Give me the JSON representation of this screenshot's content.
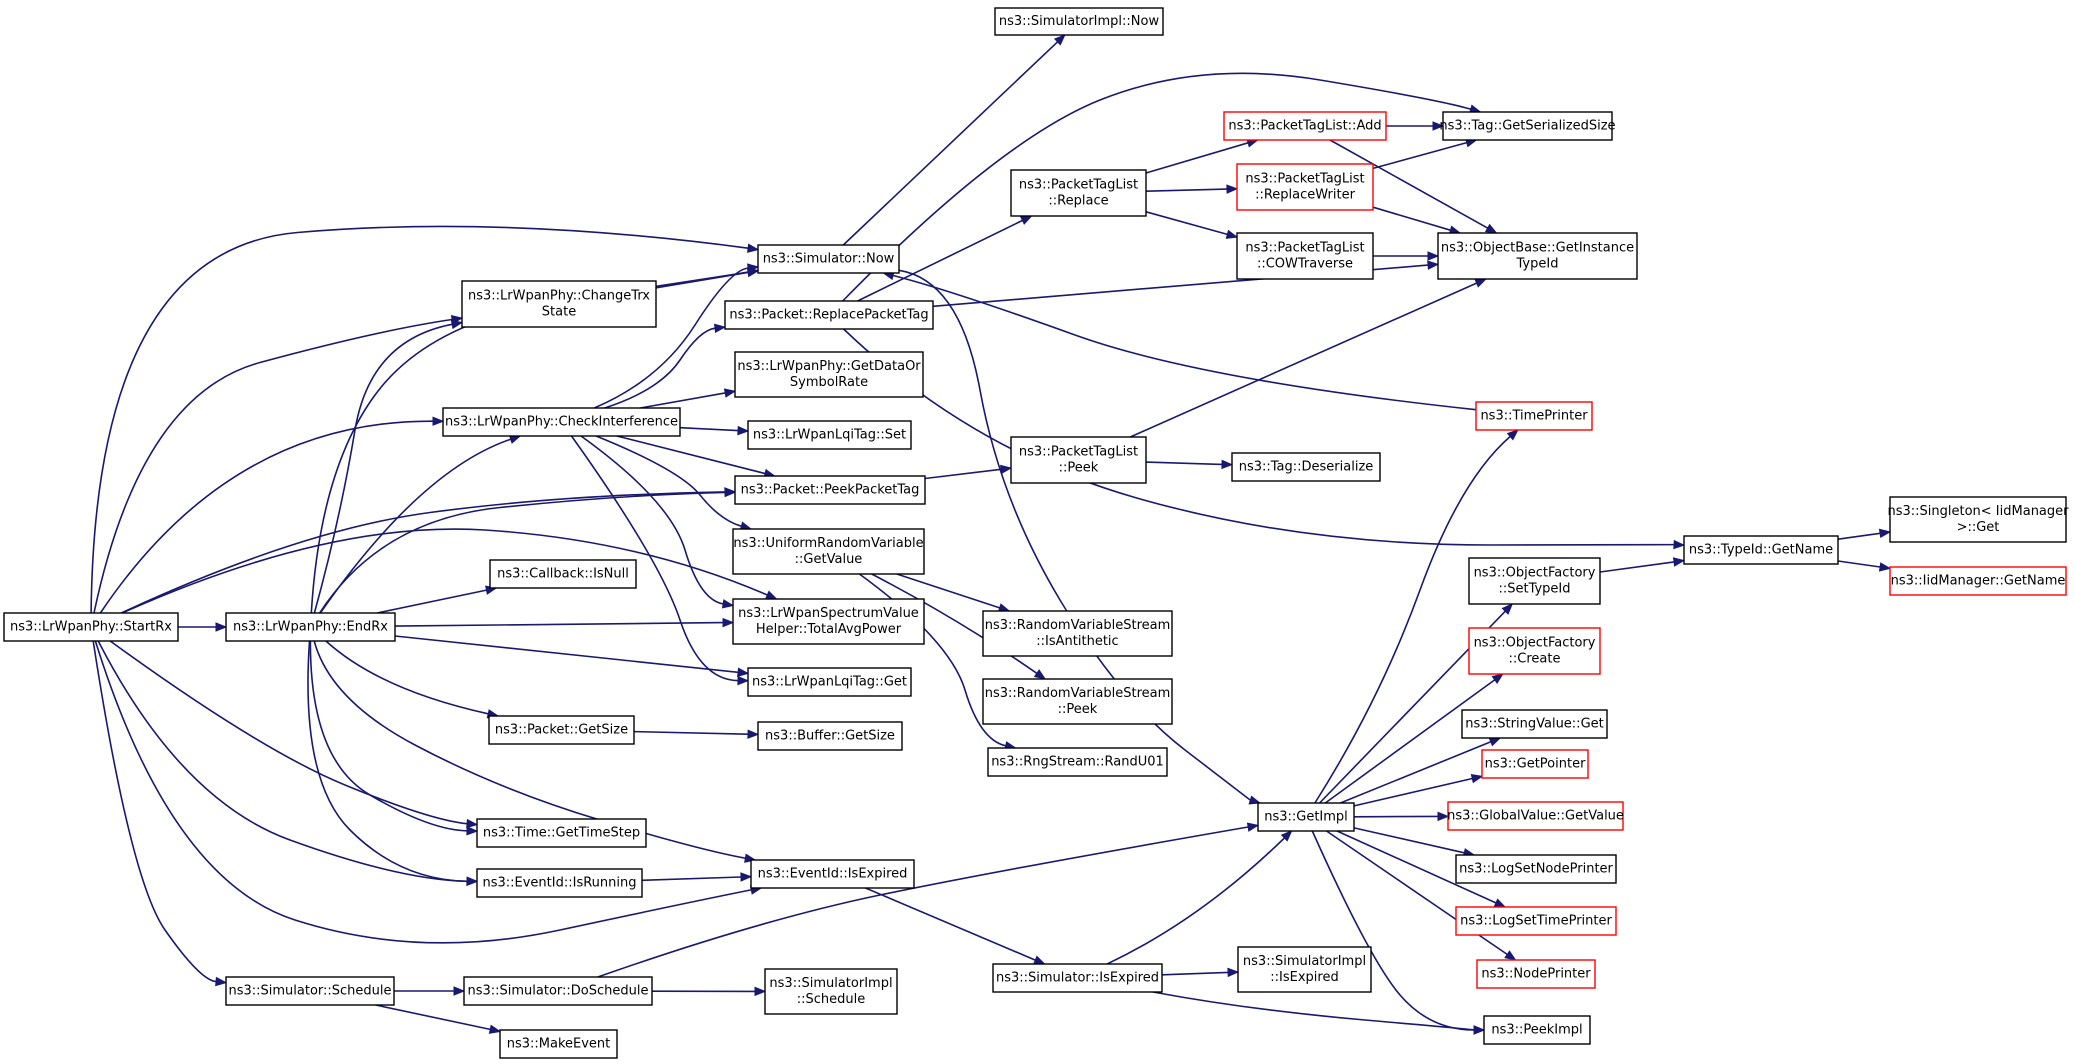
{
  "colors": {
    "edge": "#191970",
    "border_normal": "#000000",
    "border_truncated": "#ff0000",
    "root_fill": "#bfbfbf",
    "node_fill": "#ffffff"
  },
  "nodes": [
    {
      "id": "startrx",
      "lines": [
        "ns3::LrWpanPhy::StartRx"
      ],
      "root": true
    },
    {
      "id": "endrx",
      "lines": [
        "ns3::LrWpanPhy::EndRx"
      ]
    },
    {
      "id": "changetrx",
      "lines": [
        "ns3::LrWpanPhy::ChangeTrx",
        "State"
      ]
    },
    {
      "id": "checkint",
      "lines": [
        "ns3::LrWpanPhy::CheckInterference"
      ]
    },
    {
      "id": "simnow",
      "lines": [
        "ns3::Simulator::Now"
      ]
    },
    {
      "id": "simimplnow",
      "lines": [
        "ns3::SimulatorImpl::Now"
      ]
    },
    {
      "id": "replacetag",
      "lines": [
        "ns3::Packet::ReplacePacketTag"
      ]
    },
    {
      "id": "getdatarate",
      "lines": [
        "ns3::LrWpanPhy::GetDataOr",
        "SymbolRate"
      ]
    },
    {
      "id": "lqiset",
      "lines": [
        "ns3::LrWpanLqiTag::Set"
      ]
    },
    {
      "id": "peekpackettag",
      "lines": [
        "ns3::Packet::PeekPacketTag"
      ]
    },
    {
      "id": "urvgetvalue",
      "lines": [
        "ns3::UniformRandomVariable",
        "::GetValue"
      ]
    },
    {
      "id": "callbackisnull",
      "lines": [
        "ns3::Callback::IsNull"
      ]
    },
    {
      "id": "totalavgpower",
      "lines": [
        "ns3::LrWpanSpectrumValue",
        "Helper::TotalAvgPower"
      ]
    },
    {
      "id": "lqiget",
      "lines": [
        "ns3::LrWpanLqiTag::Get"
      ]
    },
    {
      "id": "packetgetsize",
      "lines": [
        "ns3::Packet::GetSize"
      ]
    },
    {
      "id": "buffergetsize",
      "lines": [
        "ns3::Buffer::GetSize"
      ]
    },
    {
      "id": "timestep",
      "lines": [
        "ns3::Time::GetTimeStep"
      ]
    },
    {
      "id": "eventisrunning",
      "lines": [
        "ns3::EventId::IsRunning"
      ]
    },
    {
      "id": "eventisexpired",
      "lines": [
        "ns3::EventId::IsExpired"
      ]
    },
    {
      "id": "simschedule",
      "lines": [
        "ns3::Simulator::Schedule"
      ]
    },
    {
      "id": "dosch",
      "lines": [
        "ns3::Simulator::DoSchedule"
      ]
    },
    {
      "id": "implschedule",
      "lines": [
        "ns3::SimulatorImpl",
        "::Schedule"
      ]
    },
    {
      "id": "makeevent",
      "lines": [
        "ns3::MakeEvent"
      ]
    },
    {
      "id": "ptlreplace",
      "lines": [
        "ns3::PacketTagList",
        "::Replace"
      ]
    },
    {
      "id": "ptladd",
      "lines": [
        "ns3::PacketTagList::Add"
      ],
      "truncated": true
    },
    {
      "id": "ptlreplacewriter",
      "lines": [
        "ns3::PacketTagList",
        "::ReplaceWriter"
      ],
      "truncated": true
    },
    {
      "id": "ptlcow",
      "lines": [
        "ns3::PacketTagList",
        "::COWTraverse"
      ]
    },
    {
      "id": "ptlpeek",
      "lines": [
        "ns3::PacketTagList",
        "::Peek"
      ]
    },
    {
      "id": "tagdeser",
      "lines": [
        "ns3::Tag::Deserialize"
      ]
    },
    {
      "id": "rvsanti",
      "lines": [
        "ns3::RandomVariableStream",
        "::IsAntithetic"
      ]
    },
    {
      "id": "rvspeek",
      "lines": [
        "ns3::RandomVariableStream",
        "::Peek"
      ]
    },
    {
      "id": "randu01",
      "lines": [
        "ns3::RngStream::RandU01"
      ]
    },
    {
      "id": "tagserial",
      "lines": [
        "ns3::Tag::GetSerializedSize"
      ]
    },
    {
      "id": "instancetypeid",
      "lines": [
        "ns3::ObjectBase::GetInstance",
        "TypeId"
      ]
    },
    {
      "id": "timeprinter",
      "lines": [
        "ns3::TimePrinter"
      ],
      "truncated": true
    },
    {
      "id": "getimpl",
      "lines": [
        "ns3::GetImpl"
      ]
    },
    {
      "id": "simisexpired",
      "lines": [
        "ns3::Simulator::IsExpired"
      ]
    },
    {
      "id": "implisexpired",
      "lines": [
        "ns3::SimulatorImpl",
        "::IsExpired"
      ]
    },
    {
      "id": "peekimpl",
      "lines": [
        "ns3::PeekImpl"
      ]
    },
    {
      "id": "settypeid",
      "lines": [
        "ns3::ObjectFactory",
        "::SetTypeId"
      ]
    },
    {
      "id": "ofcreate",
      "lines": [
        "ns3::ObjectFactory",
        "::Create"
      ],
      "truncated": true
    },
    {
      "id": "stringget",
      "lines": [
        "ns3::StringValue::Get"
      ]
    },
    {
      "id": "getpointer",
      "lines": [
        "ns3::GetPointer"
      ],
      "truncated": true
    },
    {
      "id": "gvgetvalue",
      "lines": [
        "ns3::GlobalValue::GetValue"
      ],
      "truncated": true
    },
    {
      "id": "lognode",
      "lines": [
        "ns3::LogSetNodePrinter"
      ]
    },
    {
      "id": "logtime",
      "lines": [
        "ns3::LogSetTimePrinter"
      ],
      "truncated": true
    },
    {
      "id": "nodeprinter",
      "lines": [
        "ns3::NodePrinter"
      ],
      "truncated": true
    },
    {
      "id": "typeidgetname",
      "lines": [
        "ns3::TypeId::GetName"
      ]
    },
    {
      "id": "singletonget",
      "lines": [
        "ns3::Singleton< IidManager",
        " >::Get"
      ]
    },
    {
      "id": "iidgetname",
      "lines": [
        "ns3::IidManager::GetName"
      ],
      "truncated": true
    }
  ],
  "edges": [
    [
      "startrx",
      "endrx"
    ],
    [
      "startrx",
      "changetrx"
    ],
    [
      "startrx",
      "checkint"
    ],
    [
      "startrx",
      "simnow"
    ],
    [
      "startrx",
      "peekpackettag"
    ],
    [
      "startrx",
      "totalavgpower"
    ],
    [
      "startrx",
      "timestep"
    ],
    [
      "startrx",
      "eventisrunning"
    ],
    [
      "startrx",
      "eventisexpired"
    ],
    [
      "startrx",
      "simschedule"
    ],
    [
      "changetrx",
      "simnow"
    ],
    [
      "checkint",
      "simnow"
    ],
    [
      "checkint",
      "replacetag"
    ],
    [
      "checkint",
      "getdatarate"
    ],
    [
      "checkint",
      "lqiset"
    ],
    [
      "checkint",
      "peekpackettag"
    ],
    [
      "checkint",
      "urvgetvalue"
    ],
    [
      "checkint",
      "totalavgpower"
    ],
    [
      "checkint",
      "lqiget"
    ],
    [
      "endrx",
      "changetrx"
    ],
    [
      "endrx",
      "checkint"
    ],
    [
      "endrx",
      "simnow"
    ],
    [
      "endrx",
      "peekpackettag"
    ],
    [
      "endrx",
      "callbackisnull"
    ],
    [
      "endrx",
      "totalavgpower"
    ],
    [
      "endrx",
      "lqiget"
    ],
    [
      "endrx",
      "packetgetsize"
    ],
    [
      "endrx",
      "timestep"
    ],
    [
      "endrx",
      "eventisrunning"
    ],
    [
      "endrx",
      "eventisexpired"
    ],
    [
      "simnow",
      "simimplnow"
    ],
    [
      "simnow",
      "getimpl"
    ],
    [
      "replacetag",
      "ptlreplace"
    ],
    [
      "replacetag",
      "tagserial"
    ],
    [
      "replacetag",
      "instancetypeid"
    ],
    [
      "replacetag",
      "typeidgetname"
    ],
    [
      "peekpackettag",
      "ptlpeek"
    ],
    [
      "urvgetvalue",
      "rvsanti"
    ],
    [
      "urvgetvalue",
      "rvspeek"
    ],
    [
      "urvgetvalue",
      "randu01"
    ],
    [
      "packetgetsize",
      "buffergetsize"
    ],
    [
      "eventisrunning",
      "eventisexpired"
    ],
    [
      "eventisexpired",
      "simisexpired"
    ],
    [
      "simschedule",
      "dosch"
    ],
    [
      "simschedule",
      "makeevent"
    ],
    [
      "dosch",
      "implschedule"
    ],
    [
      "dosch",
      "getimpl"
    ],
    [
      "ptlreplace",
      "ptladd"
    ],
    [
      "ptlreplace",
      "ptlreplacewriter"
    ],
    [
      "ptlreplace",
      "ptlcow"
    ],
    [
      "ptladd",
      "tagserial"
    ],
    [
      "ptladd",
      "instancetypeid"
    ],
    [
      "ptlreplacewriter",
      "tagserial"
    ],
    [
      "ptlreplacewriter",
      "instancetypeid"
    ],
    [
      "ptlcow",
      "instancetypeid"
    ],
    [
      "ptlpeek",
      "tagdeser"
    ],
    [
      "ptlpeek",
      "instancetypeid"
    ],
    [
      "timeprinter",
      "simnow"
    ],
    [
      "simisexpired",
      "getimpl"
    ],
    [
      "simisexpired",
      "implisexpired"
    ],
    [
      "simisexpired",
      "peekimpl"
    ],
    [
      "getimpl",
      "timeprinter"
    ],
    [
      "getimpl",
      "settypeid"
    ],
    [
      "getimpl",
      "ofcreate"
    ],
    [
      "getimpl",
      "stringget"
    ],
    [
      "getimpl",
      "getpointer"
    ],
    [
      "getimpl",
      "gvgetvalue"
    ],
    [
      "getimpl",
      "lognode"
    ],
    [
      "getimpl",
      "logtime"
    ],
    [
      "getimpl",
      "nodeprinter"
    ],
    [
      "getimpl",
      "peekimpl"
    ],
    [
      "settypeid",
      "typeidgetname"
    ],
    [
      "typeidgetname",
      "singletonget"
    ],
    [
      "typeidgetname",
      "iidgetname"
    ]
  ]
}
